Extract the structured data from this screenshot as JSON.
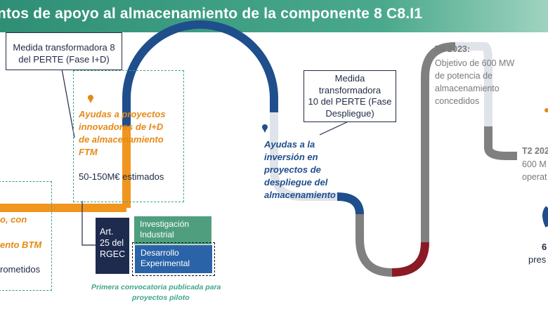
{
  "header": {
    "title": "ntos de apoyo al almacenamiento de la componente 8 C8.I1"
  },
  "left": {
    "line1": "o, con",
    "line2": "ento BTM",
    "line3": "rometidos"
  },
  "perte_8": {
    "label": "Medida transformadora 8 del PERTE (Fase I+D)"
  },
  "ftm": {
    "title_lines": [
      "Ayudas a proyectos",
      "innovadores de I+D",
      "de almacenamiento",
      "FTM"
    ],
    "budget": "50-150M€ estimados"
  },
  "rgec": {
    "label_lines": [
      "Art.",
      "25 del",
      "RGEC"
    ]
  },
  "investigacion": {
    "label_lines": [
      "Investigación",
      "Industrial"
    ]
  },
  "desarrollo": {
    "label_lines": [
      "Desarrollo",
      "Experimental"
    ]
  },
  "convocatoria": {
    "lines": [
      "Primera convocatoria publicada para",
      "proyectos piloto"
    ]
  },
  "perte_10": {
    "label_lines": [
      "Medida",
      "transformadora",
      "10 del PERTE (Fase",
      "Despliegue)"
    ]
  },
  "despliegue": {
    "lines": [
      "Ayudas a la",
      "inversión en",
      "proyectos de",
      "despliegue del",
      "almacenamiento"
    ]
  },
  "t4": {
    "heading": "T4 2023:",
    "lines": [
      "Objetivo de 600 MW",
      "de potencia de",
      "almacenamiento",
      "concedidos"
    ]
  },
  "t2": {
    "heading": "T2 202",
    "lines": [
      "600 M",
      "operat"
    ]
  },
  "right_bottom": {
    "line1": "6",
    "line2": "pres"
  },
  "colors": {
    "orange": "#f0961e",
    "navy": "#1f4e8c",
    "gray": "#777777",
    "darkred": "#8b1a24",
    "green": "#3fa58a"
  }
}
